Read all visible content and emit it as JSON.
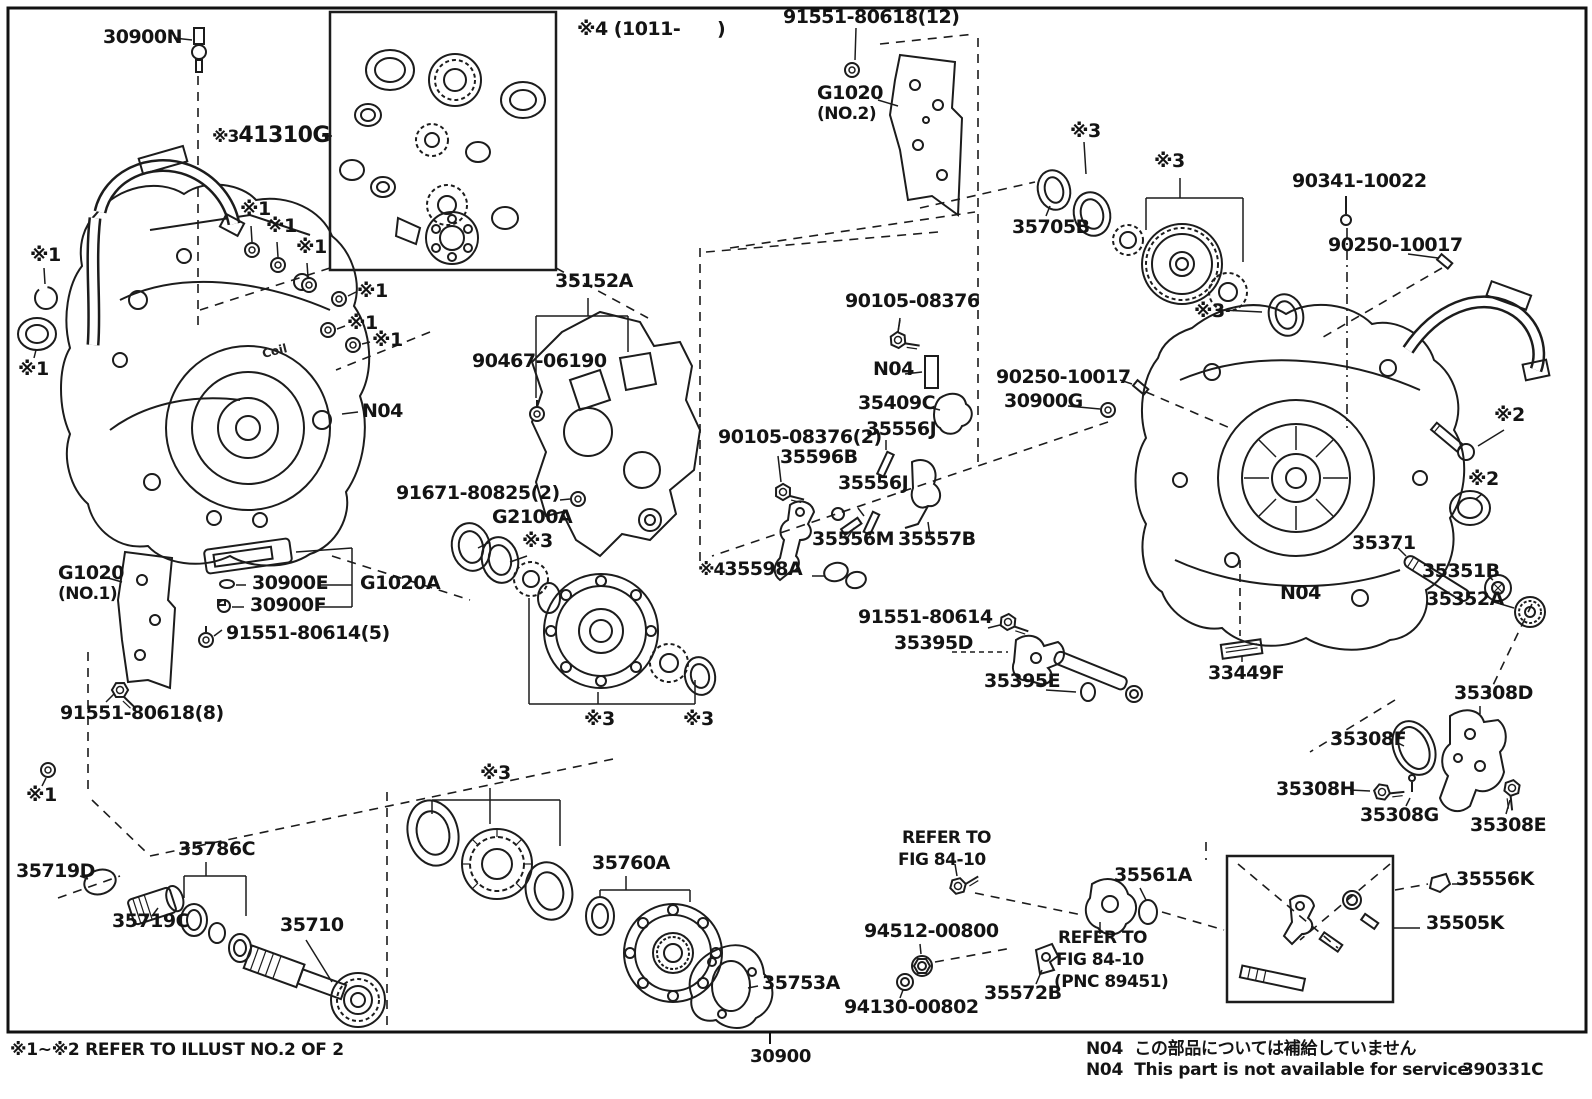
{
  "figure": {
    "number": "30900",
    "doc_code": "390331C",
    "footnote": "※1~※2 REFER TO ILLUST NO.2 OF 2",
    "note_jp": "N04  この部品については補給していません",
    "note_en": "N04  This part is not available for service"
  },
  "symbols": {
    "s1": "※1",
    "s2": "※2",
    "s3": "※3",
    "s4": "※4"
  },
  "variant_note": "※4 (1011-      )",
  "refer": {
    "line1": "REFER TO",
    "line2": "FIG 84-10",
    "pnc": "(PNC 89451)"
  },
  "cast_text": {
    "coil": "Coil"
  },
  "callouts": {
    "c30900N": "30900N",
    "c41310G": "41310G",
    "c91551_80618_12": "91551-80618(12)",
    "cG1020": "G1020",
    "cG1020_no1": "(NO.1)",
    "cG1020_no2": "(NO.2)",
    "c35705B": "35705B",
    "c90341_10022": "90341-10022",
    "c90250_10017": "90250-10017",
    "c35152A": "35152A",
    "c90467_06190": "90467-06190",
    "c90105_08376": "90105-08376",
    "cN04": "N04",
    "c35409C": "35409C",
    "c35556J": "35556J",
    "c30900G": "30900G",
    "c90105_08376_2": "90105-08376(2)",
    "c35596B": "35596B",
    "c35556M": "35556M",
    "c35557B": "35557B",
    "c35598A": "35598A",
    "c91671_80825_2": "91671-80825(2)",
    "cG2100A": "G2100A",
    "c30900E": "30900E",
    "cG1020A": "G1020A",
    "c30900F": "30900F",
    "c91551_80614_5": "91551-80614(5)",
    "c91551_80618_8": "91551-80618(8)",
    "c91551_80614": "91551-80614",
    "c35395D": "35395D",
    "c35395E": "35395E",
    "c33449F": "33449F",
    "c35371": "35371",
    "c35351B": "35351B",
    "c35352A": "35352A",
    "c35308D": "35308D",
    "c35308F": "35308F",
    "c35308H": "35308H",
    "c35308G": "35308G",
    "c35308E": "35308E",
    "c35719D": "35719D",
    "c35786C": "35786C",
    "c35719C": "35719C",
    "c35710": "35710",
    "c35760A": "35760A",
    "c35753A": "35753A",
    "c94512_00800": "94512-00800",
    "c94130_00802": "94130-00802",
    "c35561A": "35561A",
    "c35572B": "35572B",
    "c35556K": "35556K",
    "c35505K": "35505K"
  }
}
